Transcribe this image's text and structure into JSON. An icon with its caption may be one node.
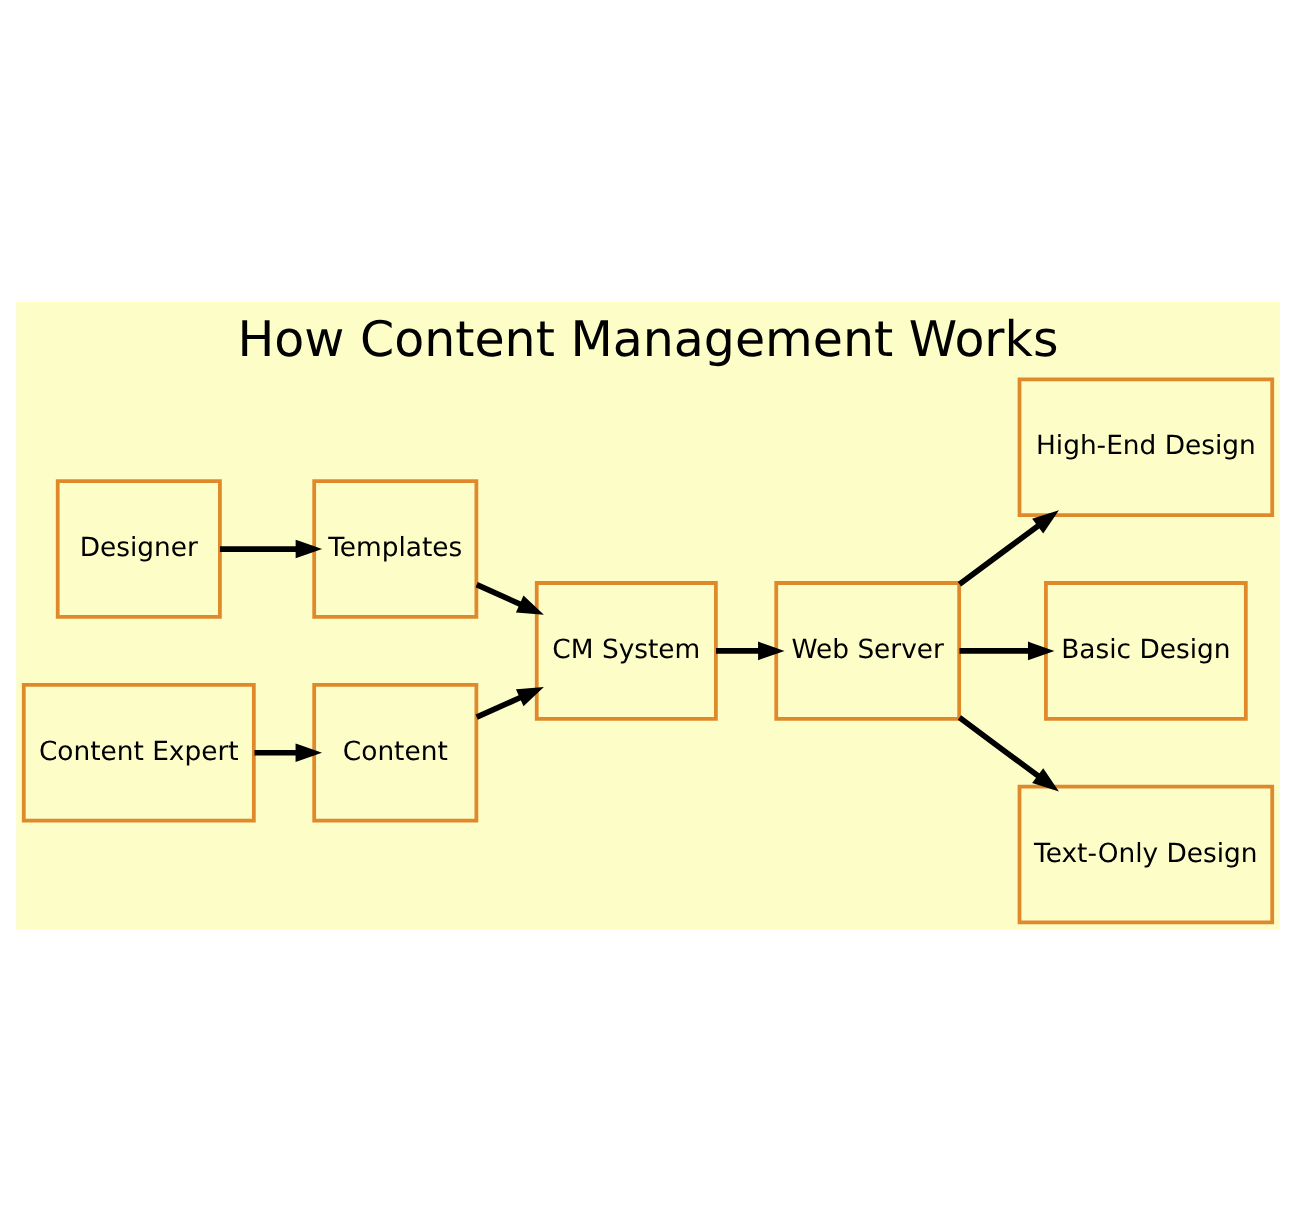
{
  "diagram": {
    "title": "How Content Management Works",
    "nodes": [
      {
        "text": [
          "Designer"
        ]
      },
      {
        "text": [
          "Templates"
        ]
      },
      {
        "text": [
          "CM System"
        ]
      },
      {
        "text": [
          "Web Server"
        ]
      },
      {
        "text": [
          "High-End Design"
        ]
      },
      {
        "text": [
          "Basic Design"
        ]
      },
      {
        "text": [
          "Content"
        ]
      },
      {
        "text": [
          "Text-Only Design"
        ]
      },
      {
        "text": [
          "Content Expert"
        ]
      }
    ],
    "edges": [
      {
        "from": 0,
        "to": 1,
        "arrow": "to"
      },
      {
        "from": 1,
        "to": 2,
        "arrow": "to"
      },
      {
        "from": 8,
        "to": 6,
        "arrow": "to"
      },
      {
        "from": 6,
        "to": 2,
        "arrow": "to"
      },
      {
        "from": 2,
        "to": 3,
        "arrow": "to"
      },
      {
        "from": 3,
        "to": 4,
        "arrow": "to"
      },
      {
        "from": 3,
        "to": 5,
        "arrow": "to"
      },
      {
        "from": 3,
        "to": 7,
        "arrow": "to"
      }
    ]
  }
}
